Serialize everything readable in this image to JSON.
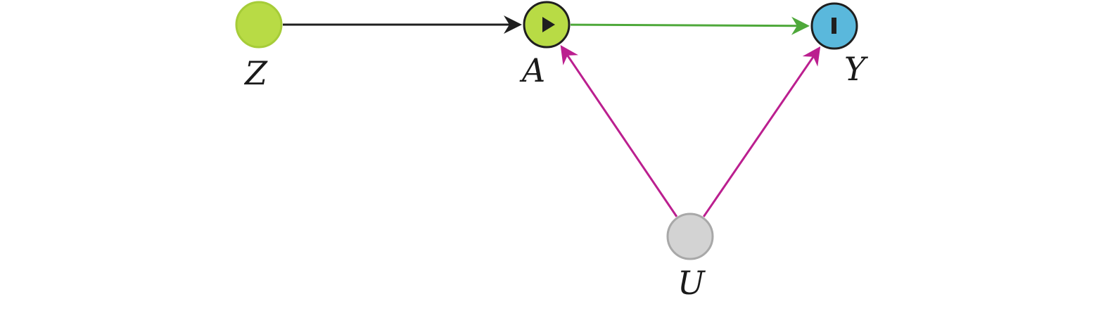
{
  "nodes": {
    "Z": {
      "label": "Z",
      "role": "instrument",
      "fill": "#b8db45",
      "stroke": "#a6cc38"
    },
    "A": {
      "label": "A",
      "role": "exposure",
      "icon": "play-icon",
      "fill": "#b8db45",
      "stroke": "#1f1f1f"
    },
    "Y": {
      "label": "Y",
      "role": "outcome",
      "icon": "bar-icon",
      "fill": "#5ab8dc",
      "stroke": "#1f1f1f"
    },
    "U": {
      "label": "U",
      "role": "unobserved",
      "fill": "#d3d3d3",
      "stroke": "#a8a8a8"
    }
  },
  "edges": [
    {
      "from": "Z",
      "to": "A",
      "color": "#1f1f1f"
    },
    {
      "from": "A",
      "to": "Y",
      "color": "#4ea83a"
    },
    {
      "from": "U",
      "to": "A",
      "color": "#bb1f8f"
    },
    {
      "from": "U",
      "to": "Y",
      "color": "#bb1f8f"
    }
  ]
}
